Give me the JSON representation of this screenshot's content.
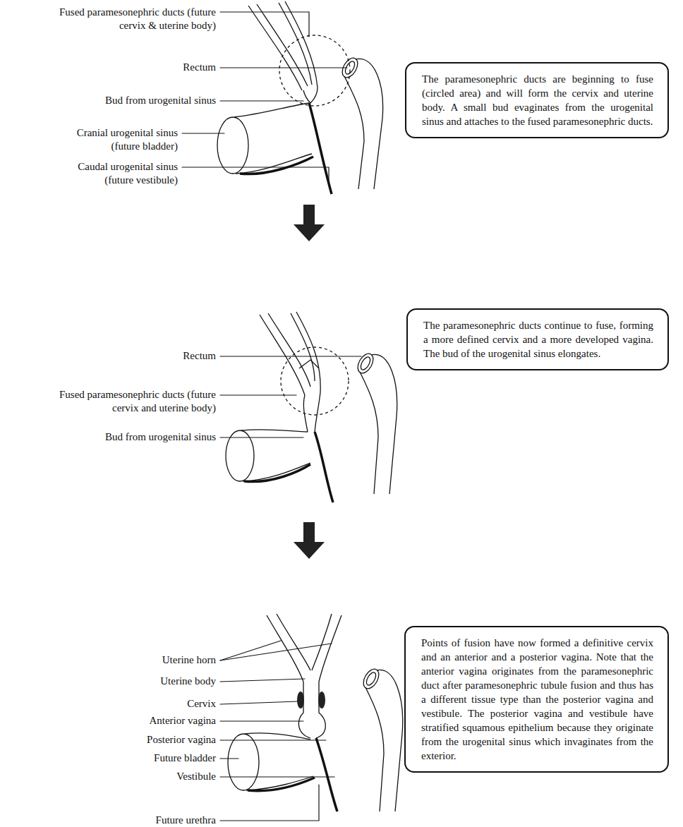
{
  "diagram": {
    "nodes": [
      {
        "text": [
          "The paramesonephric ducts are beginning to fuse (circled area) and will form the cervix and uterine body. A small bud evaginates from the urogenital sinus and attaches to the fused paramesonephric ducts."
        ]
      },
      {
        "text": [
          "The paramesonephric ducts continue to fuse, forming a more defined cervix and a more developed vagina. The bud of the urogenital sinus elongates."
        ]
      },
      {
        "text": [
          "Points of fusion have now formed a definitive cervix and an anterior and a posterior vagina. Note that the anterior vagina originates from the paramesonephric duct after paramesonephric tubule fusion and thus has a different tissue type than the posterior vagina and vestibule. The posterior vagina and vestibule have stratified squamous epithelium because they originate from the urogenital sinus which invaginates from the exterior."
        ]
      }
    ],
    "edges": [],
    "labels": [
      "Fused paramesonephric ducts (future cervix & uterine body)",
      "Rectum",
      "Bud from urogenital sinus",
      "Cranial urogenital sinus (future bladder)",
      "Caudal urogenital sinus (future vestibule)",
      "Rectum",
      "Fused paramesonephric ducts (future cervix and uterine body)",
      "Bud from urogenital sinus",
      "Uterine horn",
      "Uterine body",
      "Cervix",
      "Anterior vagina",
      "Posterior vagina",
      "Future bladder",
      "Vestibule",
      "Future urethra"
    ]
  }
}
